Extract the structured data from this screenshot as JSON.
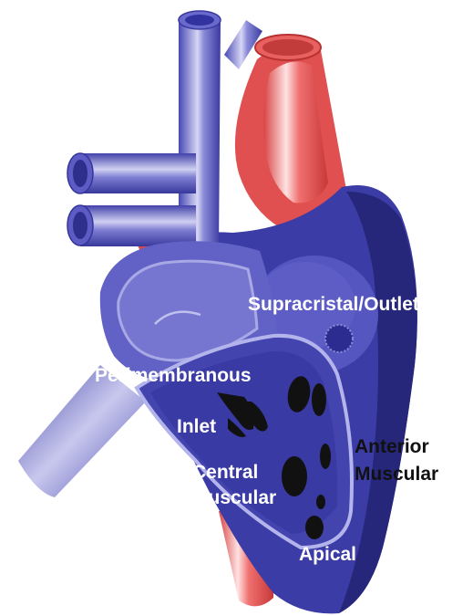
{
  "diagram": {
    "labels": {
      "supracristal_outlet": "Supracristal/Outlet",
      "perimembranous": "Perimembranous",
      "inlet": "Inlet",
      "central_muscular_line1": "Central",
      "central_muscular_line2": "Muscular",
      "anterior_muscular_line1": "Anterior",
      "anterior_muscular_line2": "Muscular",
      "apical": "Apical"
    },
    "colors": {
      "vein_blue": "#5555c4",
      "vein_highlight": "#c8c8f0",
      "heart_blue": "#4a4ab8",
      "heart_dark": "#2a2a7e",
      "artery_red": "#e85858",
      "artery_highlight": "#ffd8d8",
      "defect_black": "#111111"
    }
  }
}
